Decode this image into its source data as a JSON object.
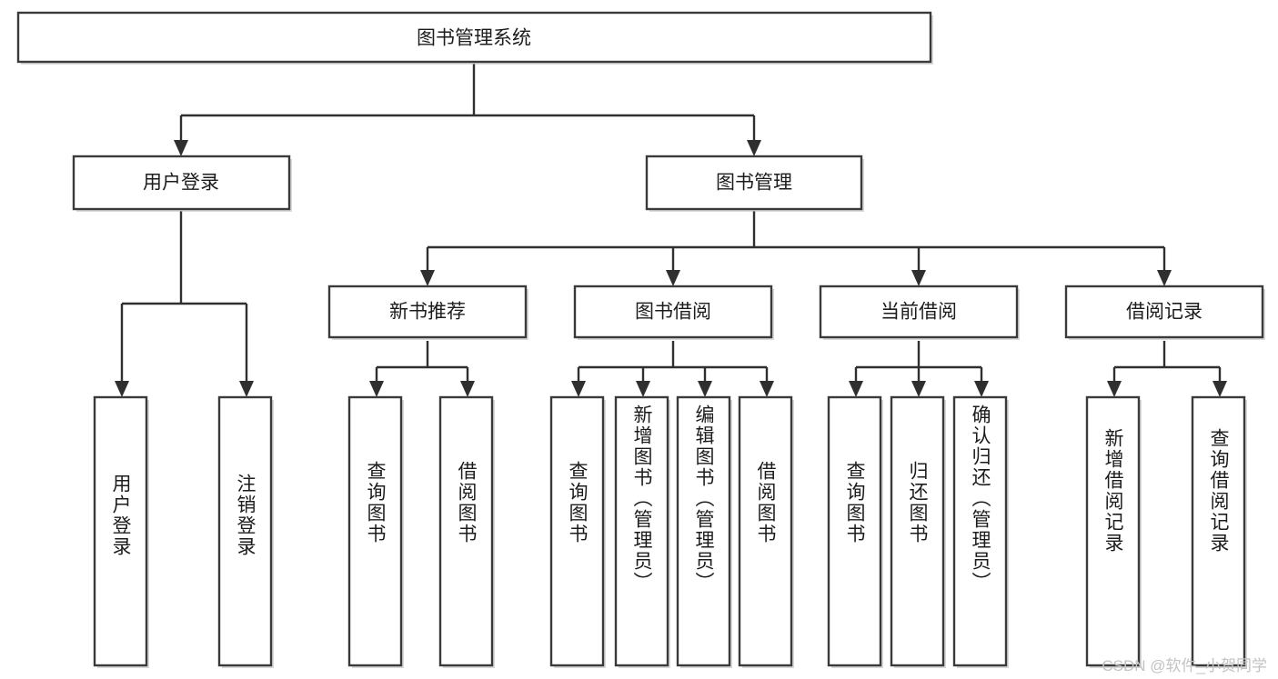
{
  "diagram": {
    "title": "图书管理系统",
    "type": "tree-hierarchy-chart",
    "root": {
      "label": "图书管理系统"
    },
    "level1": [
      {
        "label": "用户登录"
      },
      {
        "label": "图书管理"
      }
    ],
    "level2": [
      {
        "label": "新书推荐"
      },
      {
        "label": "图书借阅"
      },
      {
        "label": "当前借阅"
      },
      {
        "label": "借阅记录"
      }
    ],
    "leaves": {
      "user_login": [
        {
          "label": "用户登录"
        },
        {
          "label": "注销登录"
        }
      ],
      "new_book_recommend": [
        {
          "label": "查询图书"
        },
        {
          "label": "借阅图书"
        }
      ],
      "book_borrow": [
        {
          "label": "查询图书"
        },
        {
          "label": "新增图书（管理员）"
        },
        {
          "label": "编辑图书（管理员）"
        },
        {
          "label": "借阅图书"
        }
      ],
      "current_borrow": [
        {
          "label": "查询图书"
        },
        {
          "label": "归还图书"
        },
        {
          "label": "确认归还（管理员）"
        }
      ],
      "borrow_record": [
        {
          "label": "新增借阅记录"
        },
        {
          "label": "查询借阅记录"
        }
      ]
    },
    "colors": {
      "box_stroke": "#3a3a3a",
      "connector": "#2f2f2f",
      "background": "#ffffff",
      "text": "#1c1c1c",
      "watermark": "#c3c3c3"
    }
  },
  "watermark": {
    "text": "CSDN @软件_小贺同学"
  }
}
